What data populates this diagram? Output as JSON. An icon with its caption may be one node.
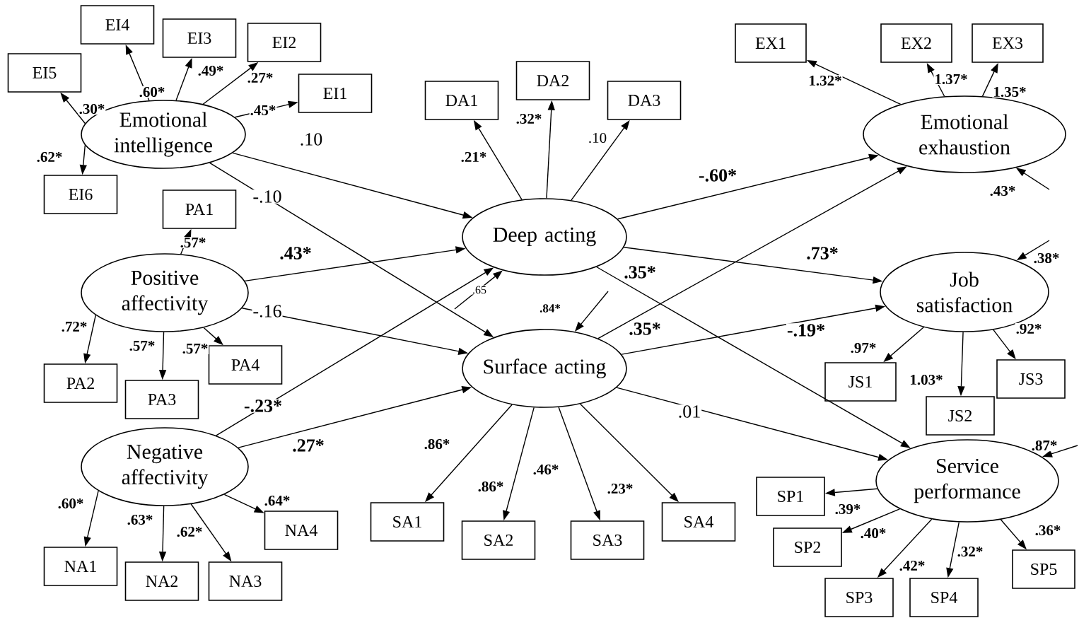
{
  "diagram": {
    "nodes": [
      {
        "text": [
          "EI4"
        ]
      },
      {
        "text": [
          "EI3"
        ]
      },
      {
        "text": [
          "EI2"
        ]
      },
      {
        "text": [
          "EX1"
        ]
      },
      {
        "text": [
          "EX2"
        ]
      },
      {
        "text": [
          "EX3"
        ]
      },
      {
        "text": [
          "EI5"
        ]
      },
      {
        "text": [
          "DA1"
        ]
      },
      {
        "text": [
          "DA2"
        ]
      },
      {
        "text": [
          "DA3"
        ]
      },
      {
        "text": [
          "EI1"
        ]
      },
      {
        "text": [
          "Emotional intelligence"
        ]
      },
      {
        "text": [
          "Emotional exhaustion"
        ]
      },
      {
        "text": [
          "EI6"
        ]
      },
      {
        "text": [
          "PA1"
        ]
      },
      {
        "text": [
          "Deep acting"
        ]
      },
      {
        "text": [
          "Positive affectivity"
        ]
      },
      {
        "text": [
          "Job satisfaction"
        ]
      },
      {
        "text": [
          "Surface acting"
        ]
      },
      {
        "text": [
          "PA4"
        ]
      },
      {
        "text": [
          "PA2"
        ]
      },
      {
        "text": [
          "JS1"
        ]
      },
      {
        "text": [
          "JS3"
        ]
      },
      {
        "text": [
          "PA3"
        ]
      },
      {
        "text": [
          "JS2"
        ]
      },
      {
        "text": [
          "Negative affectivity"
        ]
      },
      {
        "text": [
          "Service performance"
        ]
      },
      {
        "text": [
          "SA1"
        ]
      },
      {
        "text": [
          "SP1"
        ]
      },
      {
        "text": [
          "NA4"
        ]
      },
      {
        "text": [
          "SA2"
        ]
      },
      {
        "text": [
          "SA3"
        ]
      },
      {
        "text": [
          "SA4"
        ]
      },
      {
        "text": [
          "SP2"
        ]
      },
      {
        "text": [
          "NA1"
        ]
      },
      {
        "text": [
          "SP5"
        ]
      },
      {
        "text": [
          "NA2"
        ]
      },
      {
        "text": [
          "NA3"
        ]
      },
      {
        "text": [
          "SP3"
        ]
      },
      {
        "text": [
          "SP4"
        ]
      }
    ],
    "edges": [
      {
        "from": 11,
        "to": 0,
        "arrow": "to",
        "label": ".60*"
      },
      {
        "from": 11,
        "to": 1,
        "arrow": "to",
        "label": ".49*"
      },
      {
        "from": 11,
        "to": 2,
        "arrow": "to",
        "label": ".27*"
      },
      {
        "from": 11,
        "to": 10,
        "arrow": "to",
        "label": ".45*"
      },
      {
        "from": 11,
        "to": 6,
        "arrow": "to",
        "label": ".30*"
      },
      {
        "from": 11,
        "to": 13,
        "arrow": "to",
        "label": ".62*"
      },
      {
        "from": 12,
        "to": 3,
        "arrow": "to",
        "label": "1.32*"
      },
      {
        "from": 12,
        "to": 4,
        "arrow": "to",
        "label": "1.37*"
      },
      {
        "from": 12,
        "to": 5,
        "arrow": "to",
        "label": "1.35*"
      },
      {
        "from": 15,
        "to": 7,
        "arrow": "to",
        "label": ".21*"
      },
      {
        "from": 15,
        "to": 8,
        "arrow": "to",
        "label": ".32*"
      },
      {
        "from": 15,
        "to": 9,
        "arrow": "to",
        "label": ".10"
      },
      {
        "from": 16,
        "to": 14,
        "arrow": "to",
        "label": ".57*"
      },
      {
        "from": 16,
        "to": 20,
        "arrow": "to",
        "label": ".72*"
      },
      {
        "from": 16,
        "to": 23,
        "arrow": "to",
        "label": ".57*"
      },
      {
        "from": 16,
        "to": 19,
        "arrow": "to",
        "label": ".57*"
      },
      {
        "from": 25,
        "to": 34,
        "arrow": "to",
        "label": ".60*"
      },
      {
        "from": 25,
        "to": 36,
        "arrow": "to",
        "label": ".63*"
      },
      {
        "from": 25,
        "to": 37,
        "arrow": "to",
        "label": ".62*"
      },
      {
        "from": 25,
        "to": 29,
        "arrow": "to",
        "label": ".64*"
      },
      {
        "from": 18,
        "to": 27,
        "arrow": "to",
        "label": ".86*"
      },
      {
        "from": 18,
        "to": 30,
        "arrow": "to",
        "label": ".86*"
      },
      {
        "from": 18,
        "to": 31,
        "arrow": "to",
        "label": ".46*"
      },
      {
        "from": 18,
        "to": 32,
        "arrow": "to",
        "label": ".23*"
      },
      {
        "from": 17,
        "to": 21,
        "arrow": "to",
        "label": ".97*"
      },
      {
        "from": 17,
        "to": 24,
        "arrow": "to",
        "label": "1.03*"
      },
      {
        "from": 17,
        "to": 22,
        "arrow": "to",
        "label": ".92*"
      },
      {
        "from": 26,
        "to": 28,
        "arrow": "to",
        "label": ".39*"
      },
      {
        "from": 26,
        "to": 33,
        "arrow": "to",
        "label": ".40*"
      },
      {
        "from": 26,
        "to": 38,
        "arrow": "to",
        "label": ".42*"
      },
      {
        "from": 26,
        "to": 39,
        "arrow": "to",
        "label": ".32*"
      },
      {
        "from": 26,
        "to": 35,
        "arrow": "to",
        "label": ".36*"
      },
      {
        "from": 11,
        "to": 15,
        "arrow": "to",
        "label": ".10"
      },
      {
        "from": 11,
        "to": 18,
        "arrow": "to",
        "label": "-.10"
      },
      {
        "from": 16,
        "to": 15,
        "arrow": "to",
        "label": ".43*"
      },
      {
        "from": 16,
        "to": 18,
        "arrow": "to",
        "label": "-.16"
      },
      {
        "from": 25,
        "to": 15,
        "arrow": "to",
        "label": "-.23*"
      },
      {
        "from": 25,
        "to": 18,
        "arrow": "to",
        "label": ".27*"
      },
      {
        "from": 15,
        "to": 12,
        "arrow": "to",
        "label": "-.60*"
      },
      {
        "from": 15,
        "to": 17,
        "arrow": "to",
        "label": ".73*"
      },
      {
        "from": 15,
        "to": 26,
        "arrow": "to",
        "label": ".35*"
      },
      {
        "from": 18,
        "to": 12,
        "arrow": "to",
        "label": ".35*"
      },
      {
        "from": 18,
        "to": 17,
        "arrow": "to",
        "label": "-.19*"
      },
      {
        "from": 18,
        "to": 26,
        "arrow": "to",
        "label": ".01"
      },
      {
        "from": null,
        "to": 15,
        "arrow": "to",
        "label": ".65"
      },
      {
        "from": null,
        "to": 18,
        "arrow": "to",
        "label": ".84*"
      },
      {
        "from": null,
        "to": 12,
        "arrow": "to",
        "label": ".43*"
      },
      {
        "from": null,
        "to": 17,
        "arrow": "to",
        "label": ".38*"
      },
      {
        "from": null,
        "to": 26,
        "arrow": "to",
        "label": ".87*"
      }
    ]
  }
}
